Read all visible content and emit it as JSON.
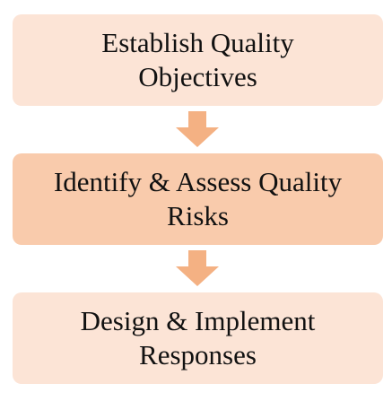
{
  "flow": {
    "steps": [
      {
        "line1": "Establish Quality",
        "line2": "Objectives"
      },
      {
        "line1": "Identify & Assess Quality",
        "line2": "Risks"
      },
      {
        "line1": "Design & Implement",
        "line2": "Responses"
      }
    ],
    "colors": {
      "box_light": "#fce4d6",
      "box_highlight": "#f9cbac",
      "arrow": "#f4b183",
      "text": "#111111"
    }
  }
}
